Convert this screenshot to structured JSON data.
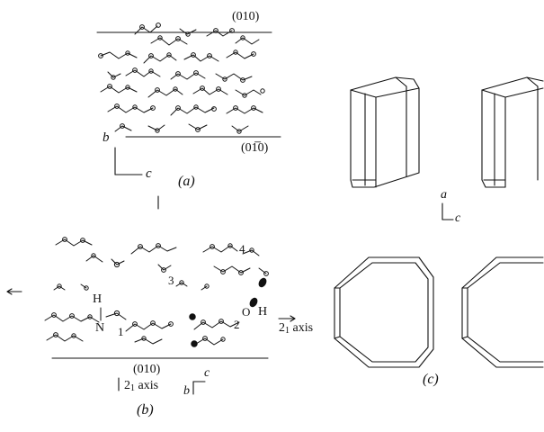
{
  "panel_a": {
    "caption": "(a)",
    "plane_top": "(010)",
    "plane_bottom": "(01̅0)",
    "axis_b": "b",
    "axis_c": "c"
  },
  "panel_b": {
    "caption": "(b)",
    "plane": "(010)",
    "screw_left_digit": "2",
    "screw_left_sub": "1",
    "screw_left_word": "axis",
    "screw_right_digit": "2",
    "screw_right_sub": "1",
    "screw_right_word": "axis",
    "axis_b": "b",
    "axis_c": "c",
    "atom_h1": "H",
    "atom_n": "N",
    "atom_o": "O",
    "atom_h2": "H",
    "molecule_numbers": [
      "1",
      "2",
      "3",
      "4"
    ]
  },
  "panel_c": {
    "caption": "(c)",
    "axis_a": "a",
    "axis_c": "c"
  },
  "colors": {
    "ink": "#111111",
    "background": "#ffffff"
  }
}
